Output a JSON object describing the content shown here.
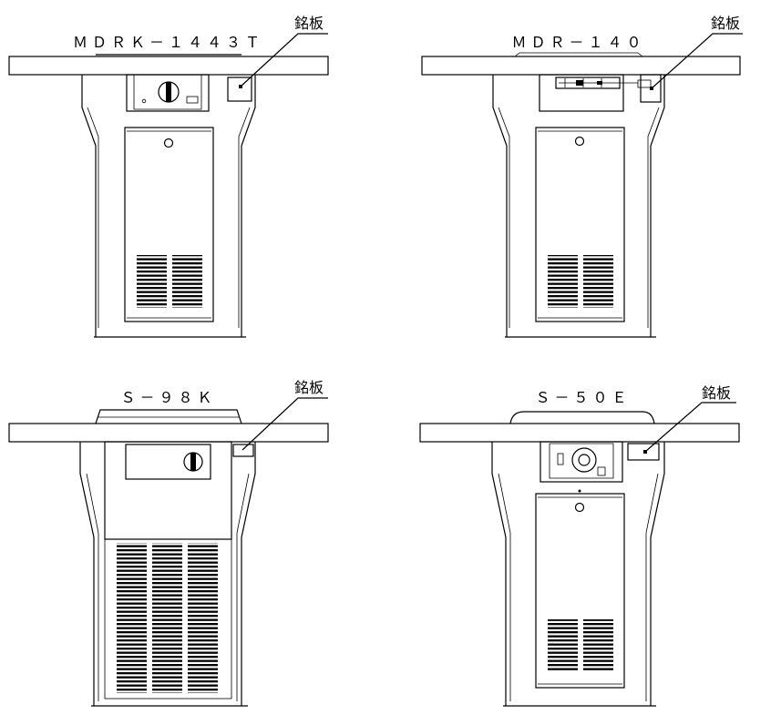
{
  "diagrams": [
    {
      "model": "ＭＤＲＫ－１４４３Ｔ",
      "plate_label": "銘板"
    },
    {
      "model": "ＭＤＲ－１４０",
      "plate_label": "銘板"
    },
    {
      "model": "Ｓ－９８Ｋ",
      "plate_label": "銘板"
    },
    {
      "model": "Ｓ－５０Ｅ",
      "plate_label": "銘板"
    }
  ]
}
